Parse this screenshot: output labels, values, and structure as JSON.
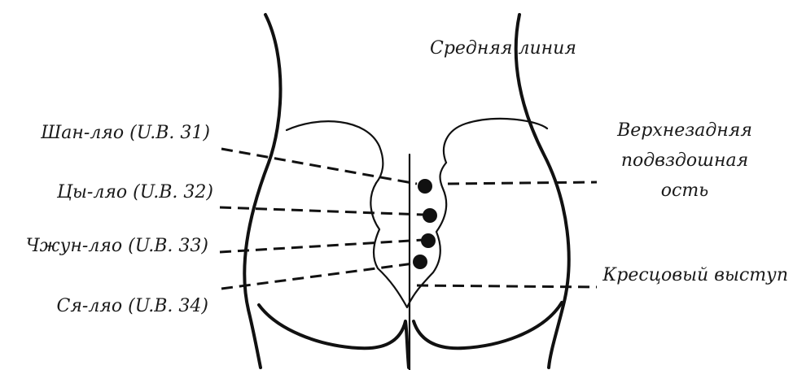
{
  "labels": {
    "midline": "Средняя линия",
    "shan_liao": "Шан-ляо (U.B. 31)",
    "tsy_liao": "Цы-ляо (U.B. 32)",
    "chzhun_liao": "Чжун-ляо (U.B. 33)",
    "sya_liao": "Ся-ляо (U.B. 34)",
    "psis_line1": "Верхнезадняя",
    "psis_line2": "подвздошная",
    "psis_line3": "ость",
    "sacral_prominence": "Кресцовый выступ"
  },
  "colors": {
    "ink": "#111111",
    "text": "#1a1a1a",
    "background": "#ffffff"
  }
}
